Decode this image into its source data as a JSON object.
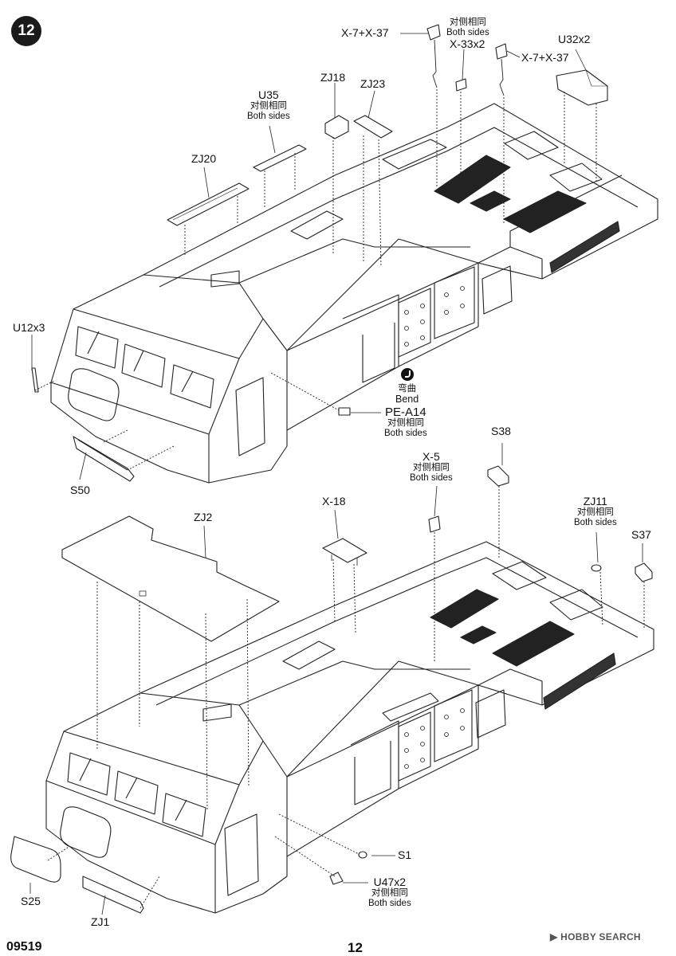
{
  "header": {
    "step_number": "12"
  },
  "labels_top": {
    "x7_left": "X-7+X-37",
    "both_top_cn": "对侧相同",
    "both_top_en": "Both sides",
    "x33": "X-33x2",
    "x7_right": "X-7+X-37",
    "u32": "U32x2",
    "zj18": "ZJ18",
    "zj23": "ZJ23",
    "u35": "U35",
    "u35_cn": "对侧相同",
    "u35_en": "Both sides",
    "zj20": "ZJ20",
    "u12": "U12x3",
    "bend_cn": "弯曲",
    "bend_en": "Bend",
    "pe_a14": "PE-A14",
    "pe_cn": "对侧相同",
    "pe_en": "Both sides",
    "s50": "S50"
  },
  "labels_bottom": {
    "s38": "S38",
    "x5": "X-5",
    "x5_cn": "对侧相同",
    "x5_en": "Both sides",
    "x18": "X-18",
    "zj2": "ZJ2",
    "zj11": "ZJ11",
    "zj11_cn": "对侧相同",
    "zj11_en": "Both sides",
    "s37": "S37",
    "s1": "S1",
    "u47": "U47x2",
    "u47_cn": "对侧相同",
    "u47_en": "Both sides",
    "s25": "S25",
    "zj1": "ZJ1"
  },
  "footer": {
    "product_code": "09519",
    "page_number": "12",
    "watermark": "HOBBY SEARCH"
  },
  "icons": [
    "bend-icon",
    "hobby-search-logo-icon"
  ]
}
